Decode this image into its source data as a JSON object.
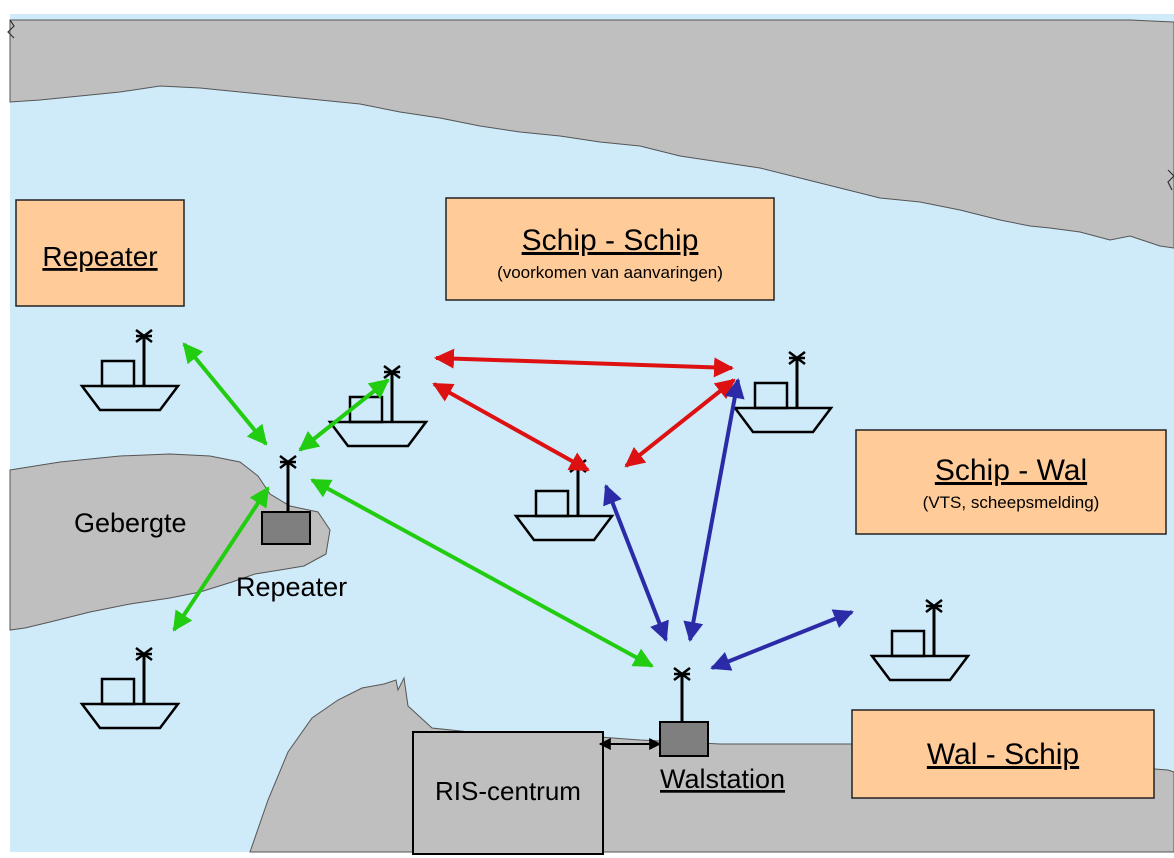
{
  "labels": {
    "repeater_box": "Repeater",
    "ship_ship_title": "Schip - Schip",
    "ship_ship_sub": "(voorkomen van aanvaringen)",
    "ship_shore_title": "Schip - Wal",
    "ship_shore_sub": "(VTS, scheepsmelding)",
    "shore_ship_title": "Wal - Schip",
    "mountains": "Gebergte",
    "repeater_station": "Repeater",
    "ris_centre": "RIS-centrum",
    "shore_station": "Walstation"
  },
  "colors": {
    "water": "#cfeaf8",
    "land": "#bfbfbf",
    "box_fill": "#ffcc99",
    "ship_ship_link": "#dd1111",
    "ship_shore_link": "#2b2ba8",
    "repeater_link": "#22cc11"
  },
  "icons": [
    "ship-icon",
    "antenna-icon",
    "station-icon"
  ]
}
